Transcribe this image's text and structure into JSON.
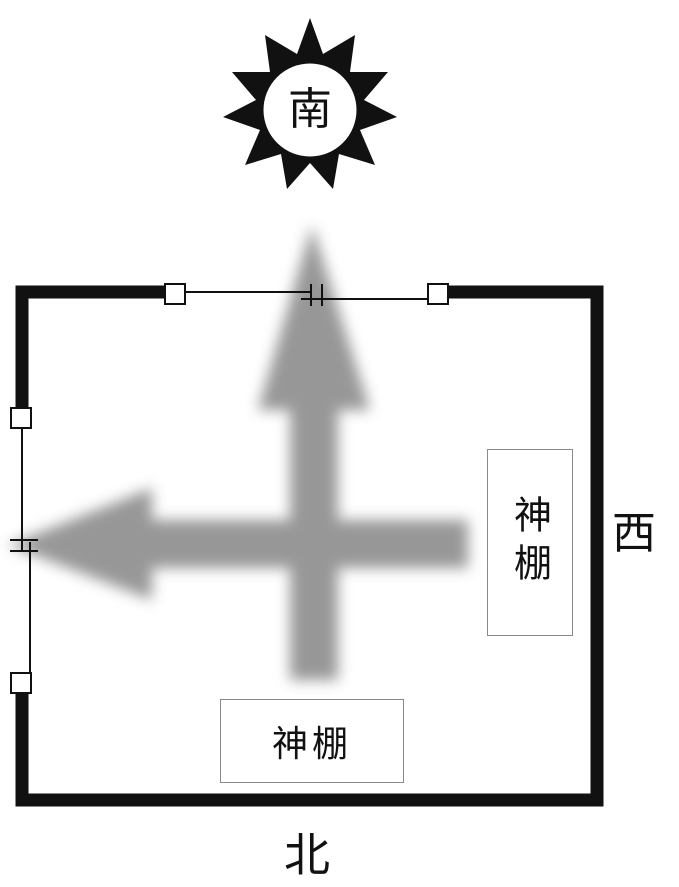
{
  "directions": {
    "south": "南",
    "west": "西",
    "north": "北"
  },
  "shrines": {
    "east_wall": "神棚",
    "north_wall": "神棚"
  },
  "icons": {
    "sun": "sun-icon",
    "arrow_up": "arrow-up-icon",
    "arrow_left": "arrow-left-icon"
  },
  "colors": {
    "wall": "#111111",
    "arrow": "#8c8c8c",
    "sun": "#111111"
  }
}
